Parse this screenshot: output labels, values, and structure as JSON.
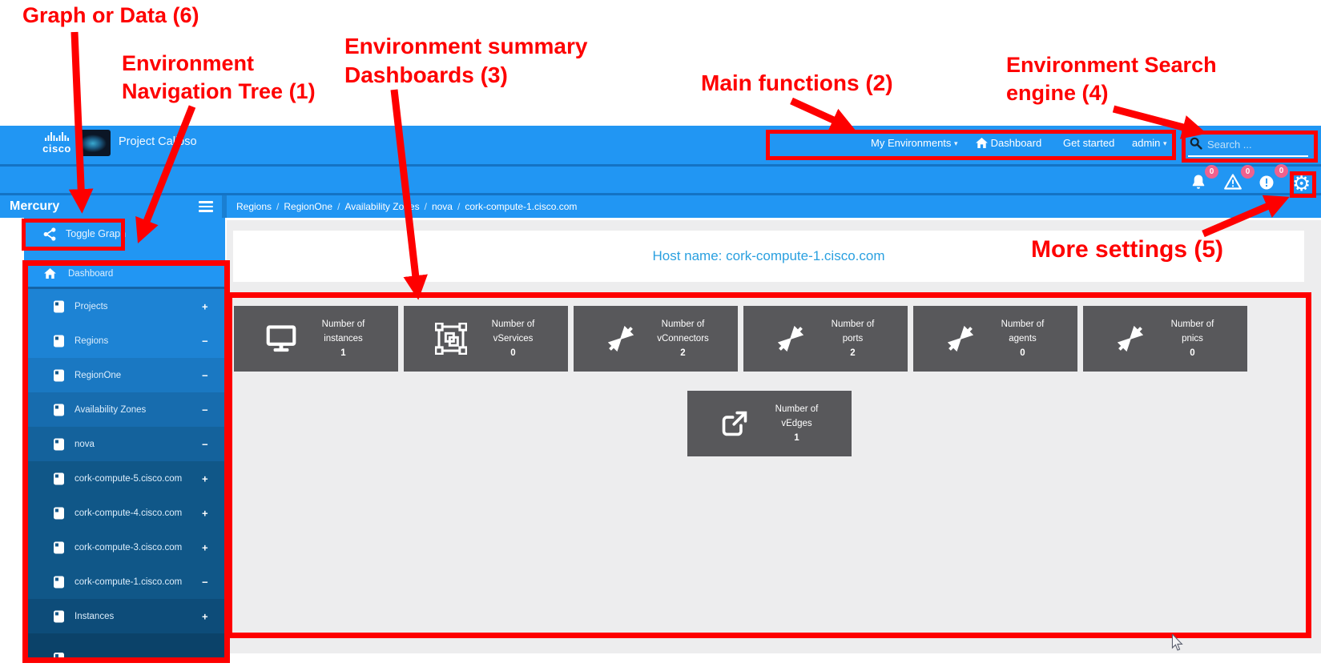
{
  "annotations": {
    "graph_or_data": "Graph or Data (6)",
    "nav_tree": "Environment\nNavigation Tree (1)",
    "summary_dashboards": "Environment summary\nDashboards (3)",
    "main_functions": "Main functions (2)",
    "search_engine": "Environment Search\nengine (4)",
    "more_settings": "More settings (5)"
  },
  "header": {
    "logo": "cisco",
    "title": "Project Calipso",
    "nav": {
      "my_environments": "My Environments",
      "dashboard": "Dashboard",
      "get_started": "Get started",
      "admin": "admin"
    },
    "search_placeholder": "Search ..."
  },
  "notifications": {
    "bell_count": "0",
    "warning_count": "0",
    "error_count": "0"
  },
  "sidebar": {
    "title": "Mercury",
    "toggle_graph": "Toggle Graph",
    "tree": [
      {
        "label": "Dashboard",
        "expander": ""
      },
      {
        "label": "Projects",
        "expander": "+"
      },
      {
        "label": "Regions",
        "expander": "−"
      },
      {
        "label": "RegionOne",
        "expander": "−"
      },
      {
        "label": "Availability Zones",
        "expander": "−"
      },
      {
        "label": "nova",
        "expander": "−"
      },
      {
        "label": "cork-compute-5.cisco.com",
        "expander": "+"
      },
      {
        "label": "cork-compute-4.cisco.com",
        "expander": "+"
      },
      {
        "label": "cork-compute-3.cisco.com",
        "expander": "+"
      },
      {
        "label": "cork-compute-1.cisco.com",
        "expander": "−"
      },
      {
        "label": "Instances",
        "expander": "+"
      }
    ]
  },
  "breadcrumb": {
    "separator": "/",
    "items": [
      "Regions",
      "RegionOne",
      "Availability Zones",
      "nova",
      "cork-compute-1.cisco.com"
    ]
  },
  "main": {
    "host_name": "Host name: cork-compute-1.cisco.com",
    "tiles": [
      {
        "icon": "monitor-icon",
        "line1": "Number of",
        "line2": "instances",
        "value": "1"
      },
      {
        "icon": "group-box-icon",
        "line1": "Number of",
        "line2": "vServices",
        "value": "0"
      },
      {
        "icon": "compress-arrows-icon",
        "line1": "Number of",
        "line2": "vConnectors",
        "value": "2"
      },
      {
        "icon": "compress-arrows-icon",
        "line1": "Number of",
        "line2": "ports",
        "value": "2"
      },
      {
        "icon": "compress-arrows-icon",
        "line1": "Number of",
        "line2": "agents",
        "value": "0"
      },
      {
        "icon": "compress-arrows-icon",
        "line1": "Number of",
        "line2": "pnics",
        "value": "0"
      }
    ],
    "vedges_tile": {
      "icon": "external-link-icon",
      "line1": "Number of",
      "line2": "vEdges",
      "value": "1"
    }
  },
  "colors": {
    "header_blue": "#2196f3",
    "tile_gray": "#58585b",
    "badge_pink": "#f0618e",
    "annotation_red": "#fe0000",
    "host_name_blue": "#2aa0e0"
  }
}
